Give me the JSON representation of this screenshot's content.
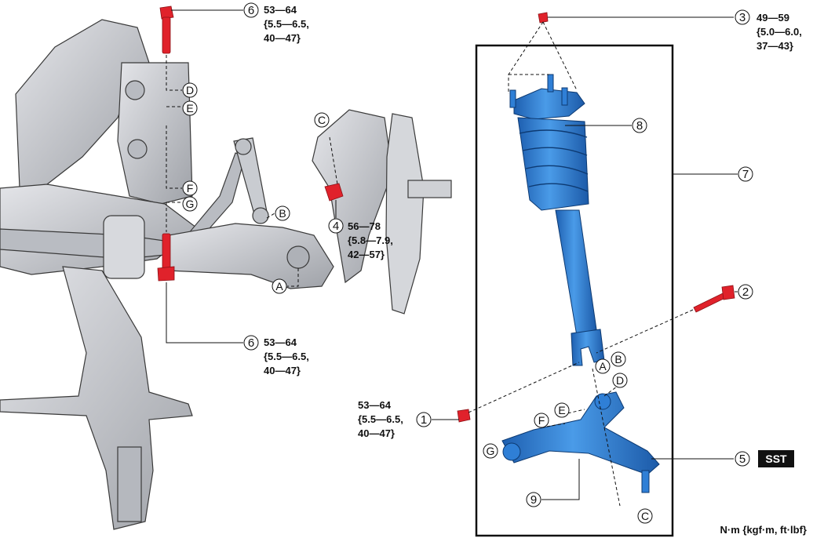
{
  "callouts": [
    {
      "id": "c6a",
      "num": "6"
    },
    {
      "id": "c3",
      "num": "3"
    },
    {
      "id": "c8",
      "num": "8"
    },
    {
      "id": "c7",
      "num": "7"
    },
    {
      "id": "c4",
      "num": "4"
    },
    {
      "id": "c2",
      "num": "2"
    },
    {
      "id": "c6b",
      "num": "6"
    },
    {
      "id": "c1",
      "num": "1"
    },
    {
      "id": "c5",
      "num": "5"
    },
    {
      "id": "c9",
      "num": "9"
    }
  ],
  "torques": {
    "t6a": [
      "53—64",
      "{5.5—6.5,",
      "40—47}"
    ],
    "t3": [
      "49—59",
      "{5.0—6.0,",
      "37—43}"
    ],
    "t4": [
      "56—78",
      "{5.8—7.9,",
      "42—57}"
    ],
    "t6b": [
      "53—64",
      "{5.5—6.5,",
      "40—47}"
    ],
    "t1": [
      "53—64",
      "{5.5—6.5,",
      "40—47}"
    ]
  },
  "letters": {
    "D1": "D",
    "E1": "E",
    "F1": "F",
    "G1": "G",
    "C1": "C",
    "B1": "B",
    "A1": "A",
    "A2": "A",
    "B2": "B",
    "D2": "D",
    "E2": "E",
    "F2": "F",
    "G2": "G",
    "C2": "C"
  },
  "sst_label": "SST",
  "units": "N·m {kgf·m, ft·lbf}",
  "colors": {
    "blue": "#2f7fd6",
    "red": "#e0222b",
    "gray": "#c7c9ce",
    "outline": "#3a3a3a"
  }
}
